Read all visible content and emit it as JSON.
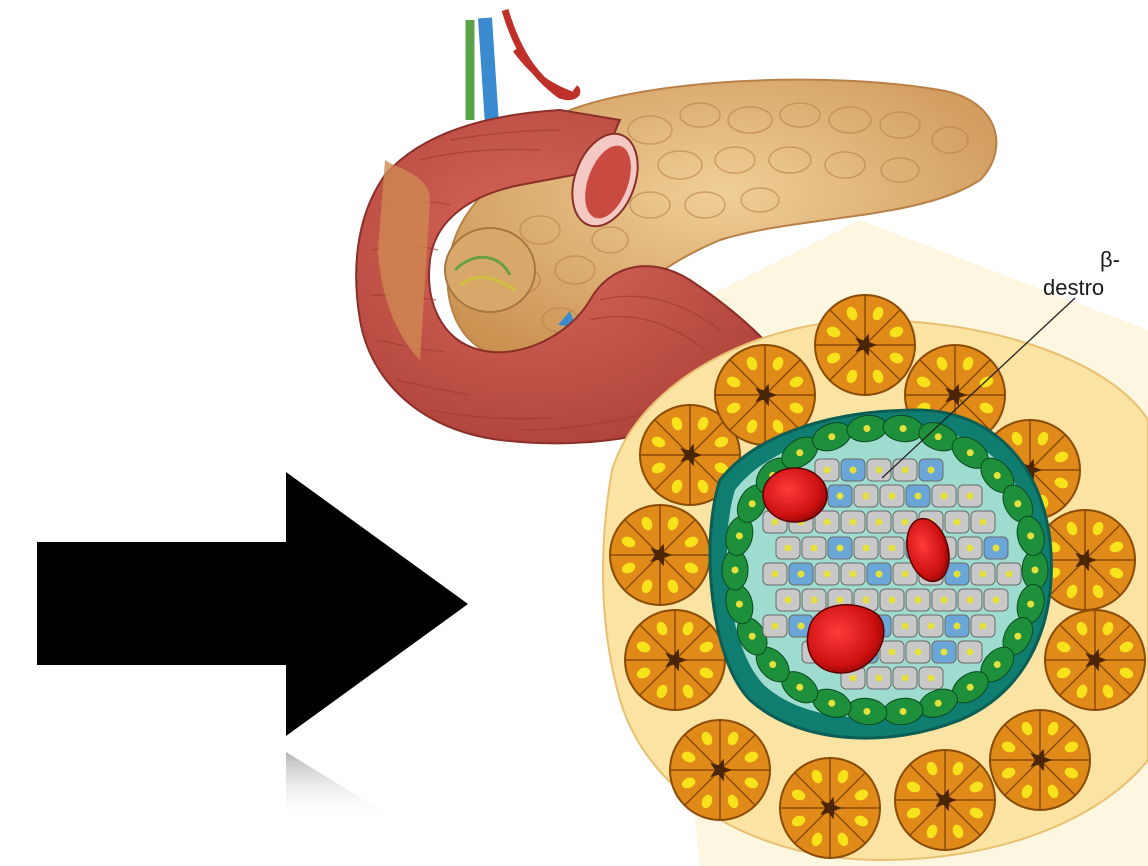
{
  "illustration": {
    "subject": "pancreas-with-islet-cross-section",
    "annotation_lines": [
      "β-",
      "destro"
    ],
    "arrow_icon": "right-arrow-icon",
    "colors": {
      "duodenum": "#c9534a",
      "pancreas": "#e2b67a",
      "islet_halo": "#fbe3a3",
      "acinar_cell": "#e08a1a",
      "acinar_nucleus": "#f7e21b",
      "alpha_cell": "#1e8f3a",
      "beta_cell_destroyed": "#c8c8c8",
      "delta_cell": "#6aa7d8",
      "capillary": "#d31b1b",
      "islet_rim": "#138a7a",
      "arrow": "#000000"
    }
  }
}
